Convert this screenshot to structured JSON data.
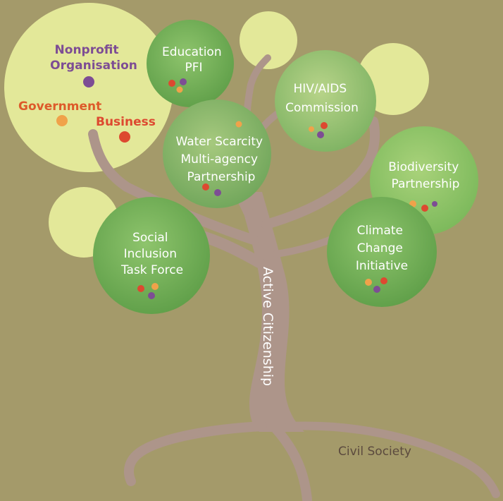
{
  "colors": {
    "background": "#a49a6a",
    "trunk": "#ad958a",
    "leaf_light": "#e3e899",
    "leaf_green": "#77b55a",
    "text_white": "#ffffff",
    "nonprofit": "#7d4d94",
    "government": "#f0a24a",
    "business": "#dd4930",
    "root_label": "#5b4a3e"
  },
  "legend": {
    "nonprofit": "Nonprofit Organisation",
    "government": "Government",
    "business": "Business"
  },
  "trunk_label": "Active Citizenship",
  "root_label": "Civil Society",
  "partnerships": [
    {
      "id": "education",
      "lines": [
        "Education",
        "PFI"
      ]
    },
    {
      "id": "hiv",
      "lines": [
        "HIV/AIDS",
        "Commission"
      ]
    },
    {
      "id": "water",
      "lines": [
        "Water Scarcity",
        "Multi-agency",
        "Partnership"
      ]
    },
    {
      "id": "biodiversity",
      "lines": [
        "Biodiversity",
        "Partnership"
      ]
    },
    {
      "id": "social",
      "lines": [
        "Social",
        "Inclusion",
        "Task Force"
      ]
    },
    {
      "id": "climate",
      "lines": [
        "Climate",
        "Change",
        "Initiative"
      ]
    }
  ]
}
